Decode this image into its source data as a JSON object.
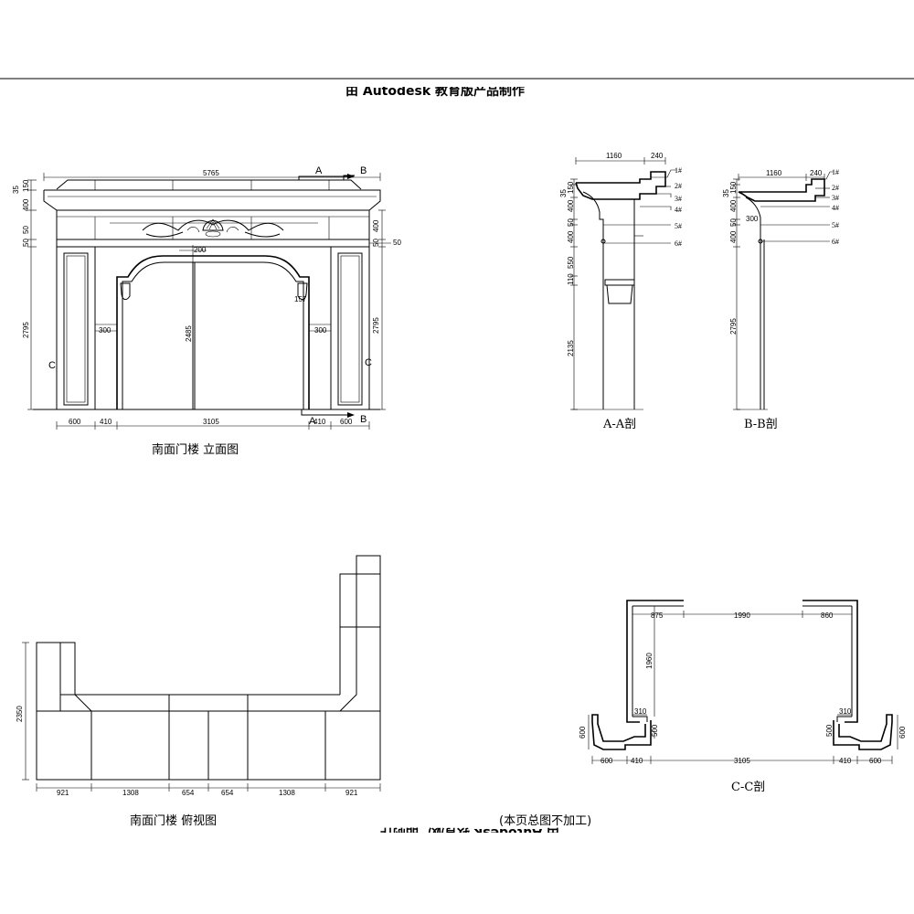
{
  "watermark": {
    "top": "由 Autodesk 教育版产品制作",
    "bottom": "由 Autodesk 教育版产品制作"
  },
  "elevation": {
    "title": "南面门楼 立面图",
    "section_marks": {
      "a": "A",
      "b": "B",
      "c": "C"
    },
    "top_width": "5765",
    "left_heights": [
      "35",
      "150",
      "400",
      "50",
      "50",
      "2795"
    ],
    "right_heights": [
      "400",
      "50",
      "2795"
    ],
    "right_tag": "50",
    "arch_height": "2485",
    "arch_offset": "200",
    "pillar_inner_left": "300",
    "pillar_inner_right": "300",
    "corbel_tag": "157",
    "bottom_dims": [
      "600",
      "410",
      "3105",
      "410",
      "600"
    ]
  },
  "section_aa": {
    "title": "A-A剖",
    "top_dims": [
      "1160",
      "240"
    ],
    "heights": [
      "35",
      "150",
      "400",
      "50",
      "400",
      "550",
      "110",
      "2135"
    ],
    "tags": [
      "1#",
      "2#",
      "3#",
      "4#",
      "5#",
      "6#"
    ]
  },
  "section_bb": {
    "title": "B-B剖",
    "top_dims": [
      "1160",
      "240"
    ],
    "heights": [
      "35",
      "150",
      "400",
      "50",
      "400",
      "2795"
    ],
    "inner": "300",
    "tags": [
      "1#",
      "2#",
      "3#",
      "4#",
      "5#",
      "6#"
    ]
  },
  "plan": {
    "title": "南面门楼 俯视图",
    "height": "2350",
    "bottom_dims": [
      "921",
      "1308",
      "654",
      "654",
      "1308",
      "921"
    ]
  },
  "section_cc": {
    "title": "C-C剖",
    "top_dims": [
      "875",
      "1990",
      "860"
    ],
    "depth": "1960",
    "returns": [
      "310",
      "310"
    ],
    "left_heights": [
      "600",
      "500"
    ],
    "right_heights": [
      "500",
      "600"
    ],
    "bottom_dims": [
      "600",
      "410",
      "3105",
      "410",
      "600"
    ]
  },
  "note": "(本页总图不加工)"
}
